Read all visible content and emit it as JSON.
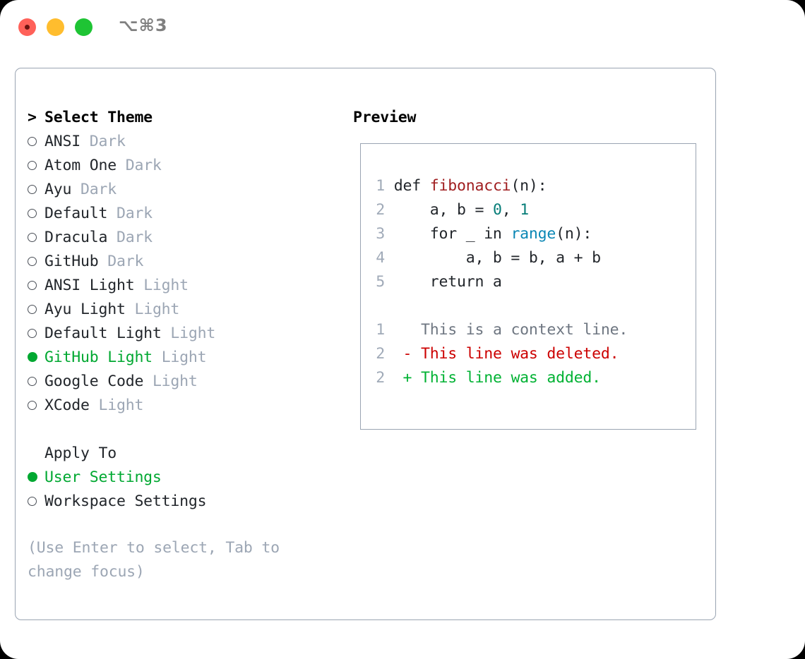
{
  "window": {
    "shortcut_label": "⌥⌘3",
    "traffic_lights": [
      "close",
      "minimize",
      "maximize"
    ]
  },
  "colors": {
    "accent_green": "#00A831",
    "muted_gray": "#9CA6B4",
    "border": "#9AA4B2",
    "text": "#22262B",
    "code_function": "#A01E20",
    "code_number": "#067D78",
    "code_builtin": "#0B87B5",
    "diff_context": "#6E7681",
    "diff_deleted": "#CC0000",
    "diff_added": "#00B233",
    "line_number": "#A0AAB8"
  },
  "theme_panel": {
    "heading_marker": ">",
    "heading": "Select Theme",
    "items": [
      {
        "marker": "empty",
        "name": "ANSI",
        "tag": "Dark",
        "selected": false
      },
      {
        "marker": "empty",
        "name": "Atom One",
        "tag": "Dark",
        "selected": false
      },
      {
        "marker": "empty",
        "name": "Ayu",
        "tag": "Dark",
        "selected": false
      },
      {
        "marker": "empty",
        "name": "Default",
        "tag": "Dark",
        "selected": false
      },
      {
        "marker": "empty",
        "name": "Dracula",
        "tag": "Dark",
        "selected": false
      },
      {
        "marker": "empty",
        "name": "GitHub",
        "tag": "Dark",
        "selected": false
      },
      {
        "marker": "empty",
        "name": "ANSI Light",
        "tag": "Light",
        "selected": false
      },
      {
        "marker": "empty",
        "name": "Ayu Light",
        "tag": "Light",
        "selected": false
      },
      {
        "marker": "empty",
        "name": "Default Light",
        "tag": "Light",
        "selected": false
      },
      {
        "marker": "filled",
        "name": "GitHub Light",
        "tag": "Light",
        "selected": true
      },
      {
        "marker": "empty",
        "name": "Google Code",
        "tag": "Light",
        "selected": false
      },
      {
        "marker": "empty",
        "name": "XCode",
        "tag": "Light",
        "selected": false
      }
    ]
  },
  "apply_to": {
    "heading": "Apply To",
    "options": [
      {
        "marker": "filled",
        "name": "User Settings",
        "selected": true
      },
      {
        "marker": "empty",
        "name": "Workspace Settings",
        "selected": false
      }
    ]
  },
  "hint": "(Use Enter to select, Tab to change focus)",
  "preview": {
    "title": "Preview",
    "code_lines": [
      {
        "number": "1",
        "tokens": [
          {
            "text": "def ",
            "cls": "tok-def"
          },
          {
            "text": "fibonacci",
            "cls": "tok-fn"
          },
          {
            "text": "(n):",
            "cls": "tok-punct"
          }
        ]
      },
      {
        "number": "2",
        "tokens": [
          {
            "text": "    a, b = ",
            "cls": "tok-plain"
          },
          {
            "text": "0",
            "cls": "tok-num"
          },
          {
            "text": ", ",
            "cls": "tok-plain"
          },
          {
            "text": "1",
            "cls": "tok-num"
          }
        ]
      },
      {
        "number": "3",
        "tokens": [
          {
            "text": "    for _ in ",
            "cls": "tok-plain"
          },
          {
            "text": "range",
            "cls": "tok-builtin"
          },
          {
            "text": "(n):",
            "cls": "tok-punct"
          }
        ]
      },
      {
        "number": "4",
        "tokens": [
          {
            "text": "        a, b = b, a + b",
            "cls": "tok-plain"
          }
        ]
      },
      {
        "number": "5",
        "tokens": [
          {
            "text": "    return a",
            "cls": "tok-plain"
          }
        ]
      }
    ],
    "diff_lines": [
      {
        "number": "1",
        "sign": "  ",
        "text": "This is a context line.",
        "cls": "diff-ctx"
      },
      {
        "number": "2",
        "sign": "- ",
        "text": "This line was deleted.",
        "cls": "diff-del"
      },
      {
        "number": "2",
        "sign": "+ ",
        "text": "This line was added.",
        "cls": "diff-add"
      }
    ]
  }
}
